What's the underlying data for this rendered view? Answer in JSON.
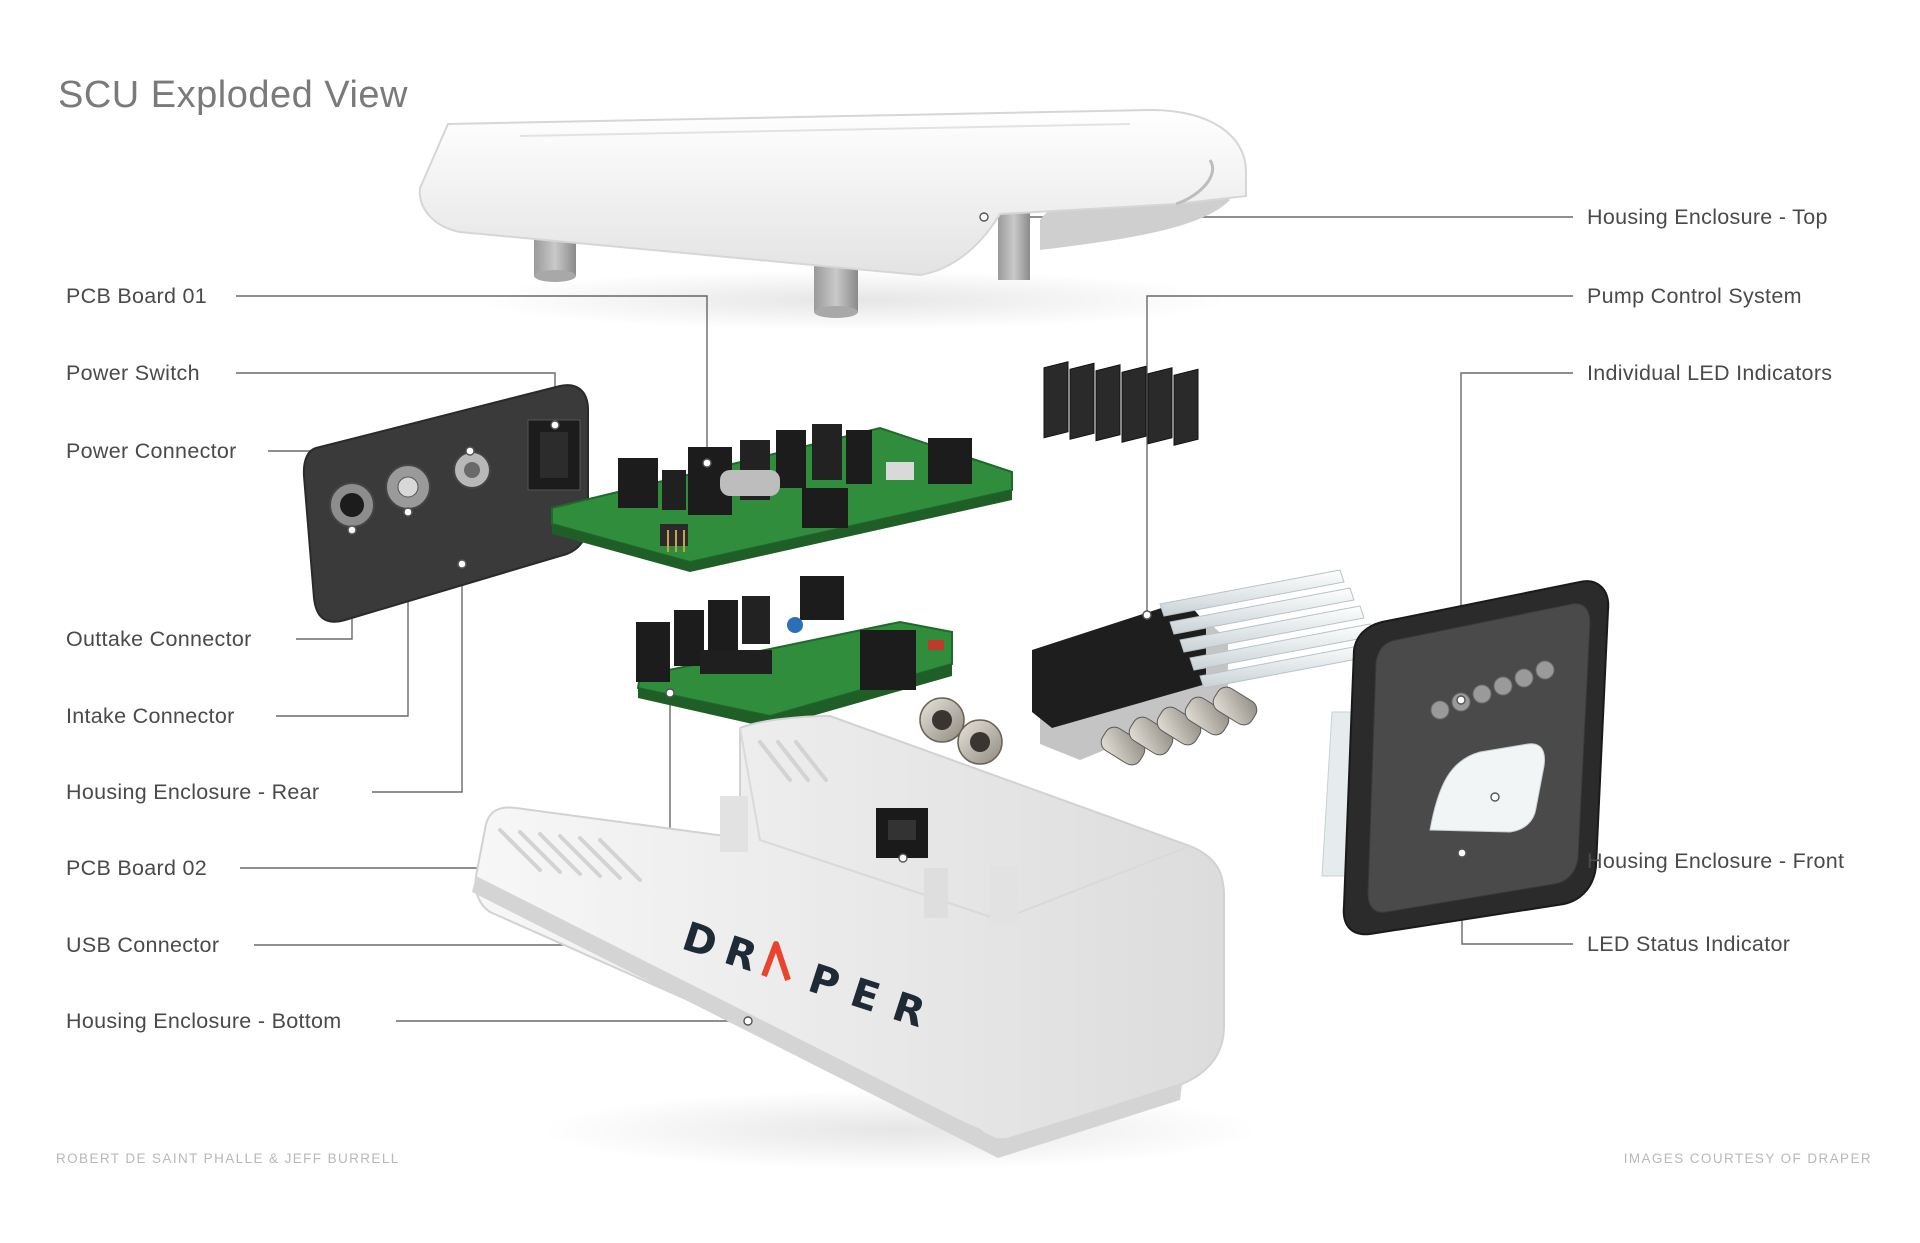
{
  "title": "SCU Exploded View",
  "labels": {
    "left": [
      "PCB Board 01",
      "Power Switch",
      "Power Connector",
      "Outtake Connector",
      "Intake Connector",
      "Housing Enclosure - Rear",
      "PCB Board 02",
      "USB Connector",
      "Housing Enclosure - Bottom"
    ],
    "right": [
      "Housing Enclosure - Top",
      "Pump Control System",
      "Individual LED Indicators",
      "Housing Enclosure - Front",
      "LED Status Indicator"
    ]
  },
  "brand": {
    "letters": [
      "D",
      "R",
      "A",
      "P",
      "E",
      "R"
    ],
    "accent_color": "#e8442e",
    "text_color": "#1e2a36"
  },
  "credits": {
    "left": "ROBERT DE SAINT PHALLE & JEFF BURRELL",
    "right": "IMAGES COURTESY OF DRAPER"
  },
  "colors": {
    "leader": "#555555",
    "pcb": "#2f8d3c",
    "panel": "#3a3a3a",
    "housing": "#f1f1f1"
  }
}
